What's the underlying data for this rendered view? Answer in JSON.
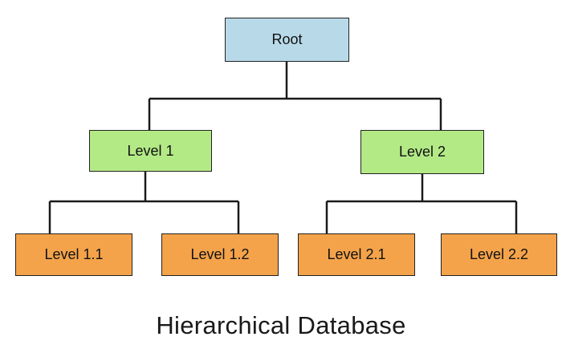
{
  "caption": "Hierarchical Database",
  "colors": {
    "root_fill": "#b8dae8",
    "level_fill": "#b3ea86",
    "leaf_fill": "#f4a34a",
    "line": "#1a1a1a"
  },
  "nodes": {
    "root": "Root",
    "level1": "Level 1",
    "level2": "Level 2",
    "level1_1": "Level 1.1",
    "level1_2": "Level 1.2",
    "level2_1": "Level 2.1",
    "level2_2": "Level 2.2"
  }
}
